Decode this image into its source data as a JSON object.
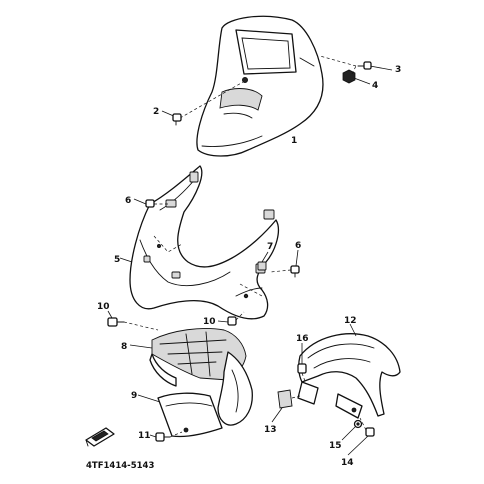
{
  "callouts": {
    "c1": "1",
    "c2": "2",
    "c3": "3",
    "c4": "4",
    "c5": "5",
    "c6a": "6",
    "c6b": "6",
    "c7": "7",
    "c8": "8",
    "c9": "9",
    "c10a": "10",
    "c10b": "10",
    "c11": "11",
    "c12": "12",
    "c13": "13",
    "c14": "14",
    "c15": "15",
    "c16": "16"
  },
  "diagram_code": "4TF1414-5143"
}
